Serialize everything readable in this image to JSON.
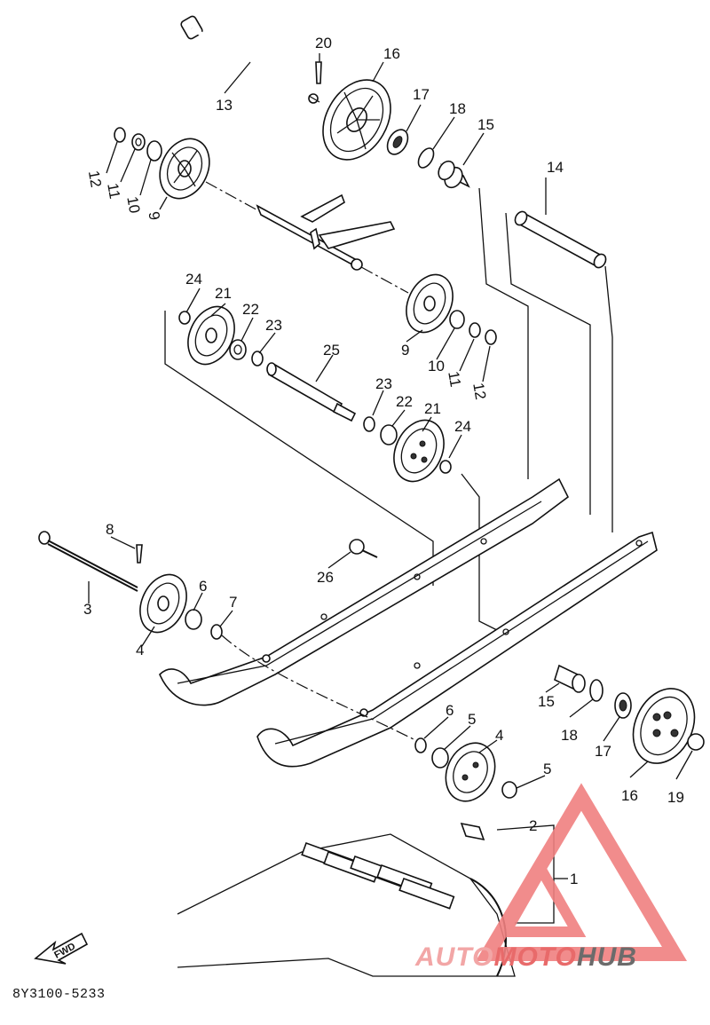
{
  "diagram": {
    "part_labels": [
      "1",
      "2",
      "3",
      "4",
      "4",
      "5",
      "5",
      "6",
      "6",
      "7",
      "8",
      "9",
      "9",
      "10",
      "10",
      "11",
      "11",
      "12",
      "12",
      "13",
      "14",
      "15",
      "15",
      "16",
      "16",
      "17",
      "17",
      "18",
      "18",
      "19",
      "20",
      "21",
      "21",
      "22",
      "22",
      "23",
      "23",
      "24",
      "24",
      "25",
      "26"
    ],
    "direction_badge": "FWD",
    "drawing_code": "8Y3100-5233"
  },
  "watermark": {
    "brand_part1": "AUTO",
    "brand_part2": "MOTO",
    "brand_part3": "HUB",
    "colors": {
      "auto": "#f2a6a6",
      "moto": "#e86a6a",
      "hub": "#6b6b6b",
      "triangle": "#f08080"
    }
  }
}
